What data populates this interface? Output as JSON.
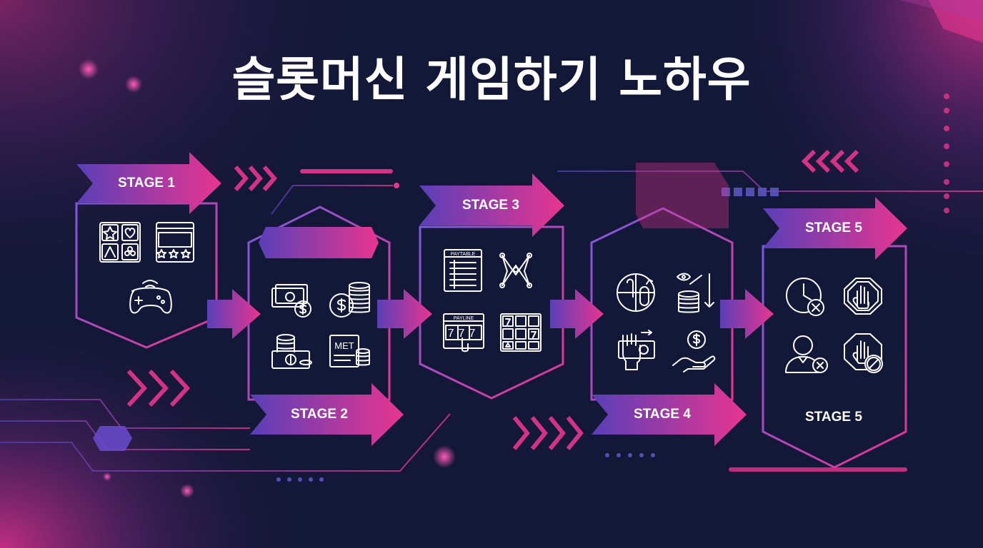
{
  "title": "슬롯머신 게임하기 노하우",
  "stages": [
    {
      "label": "STAGE 1",
      "icons": [
        "slot-symbols-icon",
        "slot-machine-777-icon",
        "gamepad-icon"
      ]
    },
    {
      "label": "STAGE 2",
      "icons": [
        "cash-bills-icon",
        "coin-stack-icon",
        "money-pile-icon",
        "bet-meter-icon"
      ],
      "icon_text": "MET"
    },
    {
      "label": "STAGE 3",
      "icons": [
        "paytable-icon",
        "payline-pattern-icon",
        "payline-777-icon",
        "reel-grid-icon"
      ],
      "icon_text": [
        "PAYTABLE",
        "PAYLINE",
        "777"
      ]
    },
    {
      "label": "STAGE 4",
      "icons": [
        "target-icon",
        "coin-stack-decrease-icon",
        "hand-money-icon",
        "hand-coin-icon"
      ]
    },
    {
      "label": "STAGE 5",
      "icons": [
        "clock-stop-icon",
        "stop-hand-icon",
        "person-cancel-icon",
        "stop-hand-block-icon"
      ]
    }
  ],
  "bottom_label_stage5": "STAGE 5",
  "colors": {
    "background": "#141838",
    "accent_pink": "#e8358f",
    "accent_purple": "#6a4bd0"
  }
}
